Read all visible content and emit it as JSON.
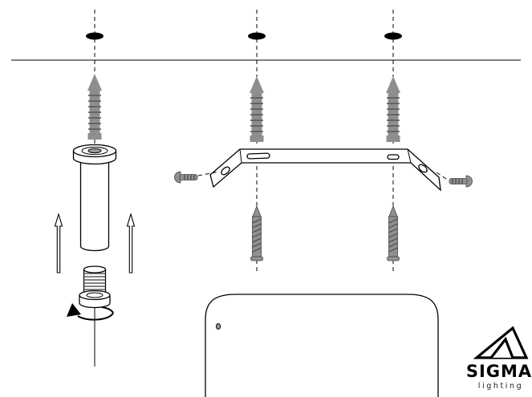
{
  "colors": {
    "background": "#ffffff",
    "line": "#000000",
    "hole": "#000000",
    "anchor": "#8e8e8e",
    "anchor_dark": "#5a5a5a",
    "screw": "#909090",
    "screw_dark": "#474747"
  },
  "logo": {
    "brand": "SIGMA",
    "subtitle": "lighting"
  },
  "parts": {
    "ceiling_line": "ceiling",
    "drill_hole": "drilled ceiling holes",
    "guide": "alignment guide lines",
    "wall_plug": "expansion wall plugs",
    "tube": "threaded suspension tube",
    "up_arrow": "insert direction arrows",
    "nipple": "threaded nipple",
    "lock_ring": "lock ring",
    "turn_arrow": "turn-to-fasten arrow",
    "wire": "suspension wire",
    "bracket": "ceiling mounting bracket",
    "side_screw": "side fixing screws",
    "mount_screw": "mounting screws",
    "canopy": "ceiling canopy cover",
    "logo": "SIGMA lighting logo"
  }
}
